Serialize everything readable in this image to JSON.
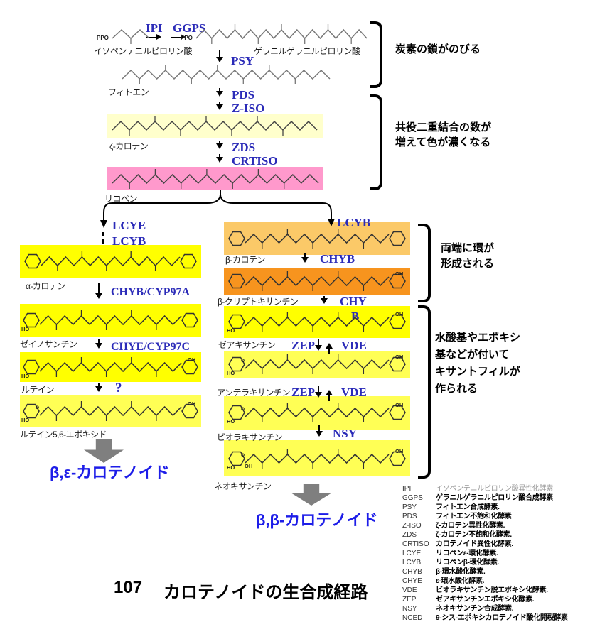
{
  "figure": {
    "caption_number": "107",
    "caption": "カロテノイドの生合成経路"
  },
  "atoms": {
    "ppo": "PPO",
    "ho": "HO",
    "oh": "OH",
    "o": "O"
  },
  "pathway": {
    "top": {
      "ipi": "IPI",
      "ggps": "GGPS",
      "ipp": "イソペンテニルピロリン酸",
      "ggpp": "ゲラニルゲラニルピロリン酸",
      "psy": "PSY",
      "phytoene": "フィトエン",
      "pds": "PDS",
      "ziso": "Z-ISO",
      "zeta_carotene": "ζ-カロテン",
      "zds": "ZDS",
      "crtiso": "CRTISO",
      "lycopene": "リコペン"
    },
    "left": {
      "lcye": "LCYE",
      "lcyb": "LCYB",
      "alpha_carotene": "α-カロテン",
      "chyb_cyp97a": "CHYB/CYP97A",
      "zeinoxanthin": "ゼイノサンチン",
      "chye_cyp97c": "CHYE/CYP97C",
      "lutein": "ルテイン",
      "unknown_enzyme": "?",
      "lutein_epoxide": "ルテイン5,6-エポキシド",
      "product": "β,ε-カロテノイド"
    },
    "right": {
      "lcyb": "LCYB",
      "beta_carotene": "β-カロテン",
      "chyb": "CHYB",
      "beta_cryptoxanthin": "β-クリプトキサンチン",
      "chy": "CHY",
      "chy_b": "B",
      "zeaxanthin": "ゼアキサンチン",
      "zep": "ZEP",
      "vde": "VDE",
      "antheraxanthin": "アンテラキサンチン",
      "violaxanthin": "ビオラキサンチン",
      "nsy": "NSY",
      "neoxanthin": "ネオキサンチン",
      "product": "β,β-カロテノイド"
    }
  },
  "annotations": {
    "chain_growth": "炭素の鎖がのびる",
    "conjugation_1": "共役二重結合の数が",
    "conjugation_2": "増えて色が濃くなる",
    "rings_1": "両端に環が",
    "rings_2": "形成される",
    "xanthophyll_1": "水酸基やエポキシ",
    "xanthophyll_2": "基などが付いて",
    "xanthophyll_3": "キサントフィルが",
    "xanthophyll_4": "作られる"
  },
  "legend": [
    {
      "code": "IPI",
      "desc": "イソペンテニルピロリン酸異性化酵素"
    },
    {
      "code": "GGPS",
      "desc": "ゲラニルゲラニルピロリン酸合成酵素"
    },
    {
      "code": "PSY",
      "desc": "フィトエン合成酵素."
    },
    {
      "code": "PDS",
      "desc": "フィトエン不飽和化酵素"
    },
    {
      "code": "Z-ISO",
      "desc": "ζ-カロテン異性化酵素."
    },
    {
      "code": "ZDS",
      "desc": "ζ-カロテン不飽和化酵素."
    },
    {
      "code": "CRTISO",
      "desc": "カロテノイド異性化酵素."
    },
    {
      "code": "LCYE",
      "desc": "リコペンε-環化酵素."
    },
    {
      "code": "LCYB",
      "desc": "リコペンβ-環化酵素."
    },
    {
      "code": "CHYB",
      "desc": "β-環水酸化酵素."
    },
    {
      "code": "CHYE",
      "desc": "ε-環水酸化酵素."
    },
    {
      "code": "VDE",
      "desc": "ビオラキサンチン脱エポキシ化酵素."
    },
    {
      "code": "ZEP",
      "desc": "ゼアキサンチンエポキシ化酵素."
    },
    {
      "code": "NSY",
      "desc": "ネオキサンチン合成酵素."
    },
    {
      "code": "NCED",
      "desc": "9-シス-エポキシカロテノイド酸化開裂酵素"
    }
  ],
  "colors": {
    "cream": "#FFFFCC",
    "pink": "#FF99CC",
    "yellow": "#FFFF00",
    "pale_yellow": "#FFFF55",
    "light_orange": "#FBC968",
    "orange": "#F7941E",
    "enzyme_blue": "#2B2BB8",
    "product_blue": "#1D1DE8",
    "arrow_gray": "#7F7F7F"
  }
}
